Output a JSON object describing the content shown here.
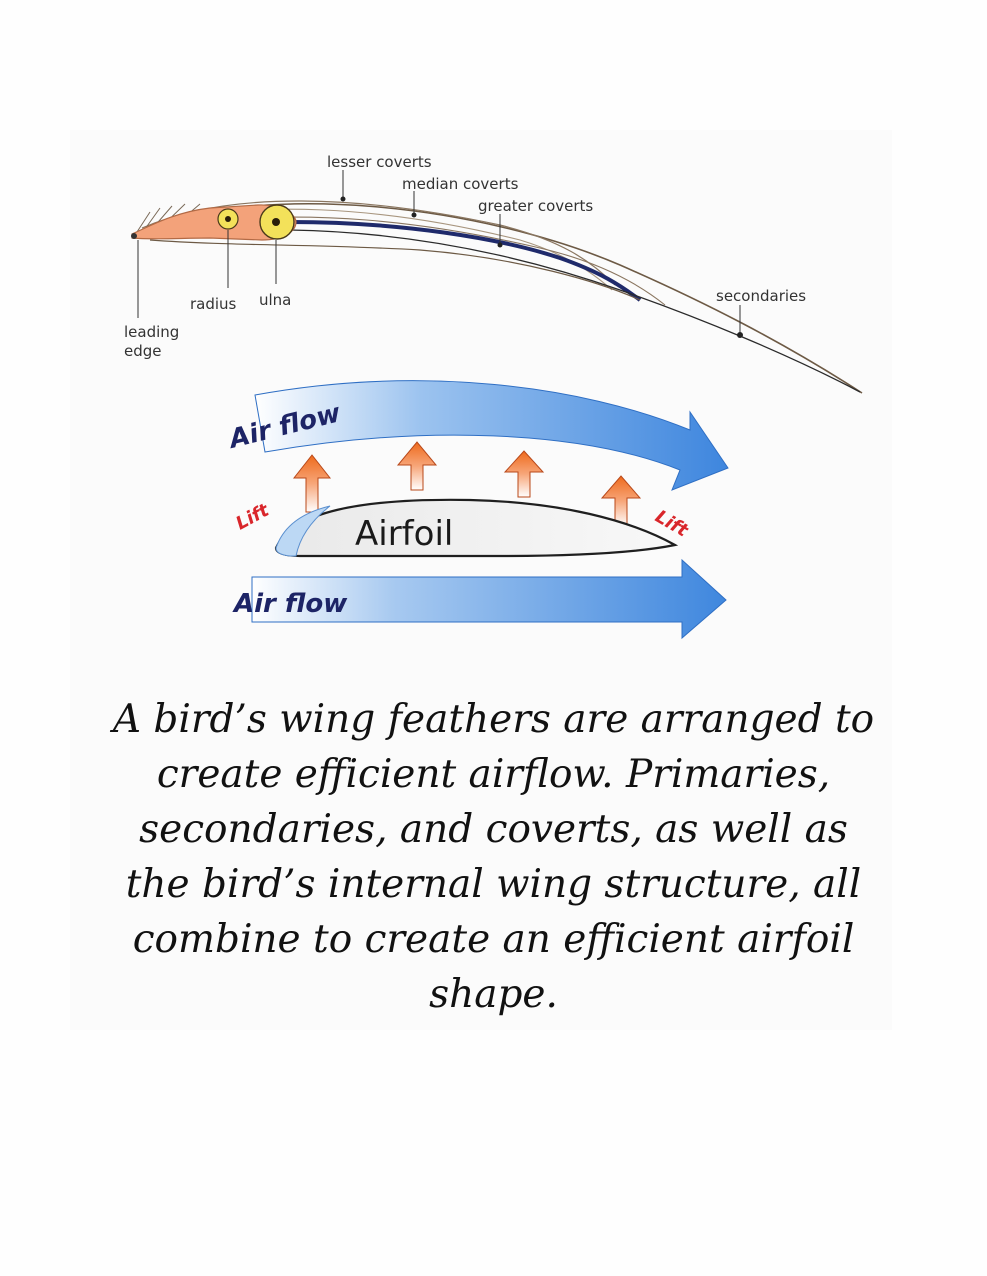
{
  "wing_labels": {
    "lesser_coverts": "lesser coverts",
    "median_coverts": "median coverts",
    "greater_coverts": "greater coverts",
    "secondaries": "secondaries",
    "radius": "radius",
    "ulna": "ulna",
    "leading_edge_line1": "leading",
    "leading_edge_line2": "edge"
  },
  "airfoil_labels": {
    "airflow_top": "Air flow",
    "airflow_bottom": "Air flow",
    "lift_left": "Lift",
    "lift_right": "Lift",
    "airfoil": "Airfoil"
  },
  "caption": "A bird’s wing feathers are arranged to create efficient airflow. Primaries, secondaries, and coverts, as well as the bird’s internal wing structure, all combine to create an efficient airfoil shape.",
  "colors": {
    "arrow_blue": "#4b8fe0",
    "arrow_light": "#e8f1fb",
    "lift_orange": "#f07020",
    "bone_fill": "#f3a27a",
    "joint_yellow": "#f3e15a",
    "feather_navy": "#1f2a6b",
    "label_red": "#d9262b",
    "label_navy": "#1d2466"
  }
}
